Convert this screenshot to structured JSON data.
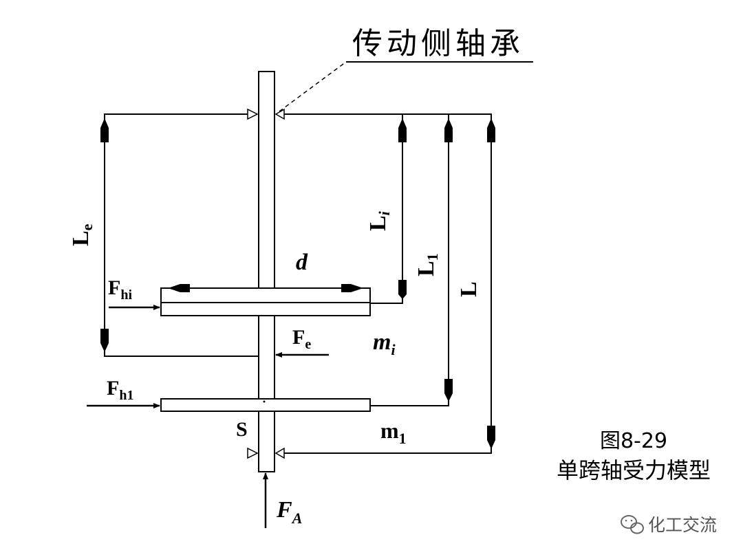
{
  "labels": {
    "bearing_drive_side": "传动侧轴承",
    "L": "L",
    "e": "e",
    "i": "i",
    "one": "1",
    "d": "d",
    "F": "F",
    "hi": "hi",
    "h1": "h1",
    "m": "m",
    "S": "S",
    "A": "A"
  },
  "caption": {
    "line1": "图8-29",
    "line2": "单跨轴受力模型"
  },
  "watermark": {
    "text": "化工交流",
    "icon": "wechat-icon"
  },
  "colors": {
    "ink": "#000000",
    "background": "#ffffff",
    "watermark": "#555555"
  }
}
